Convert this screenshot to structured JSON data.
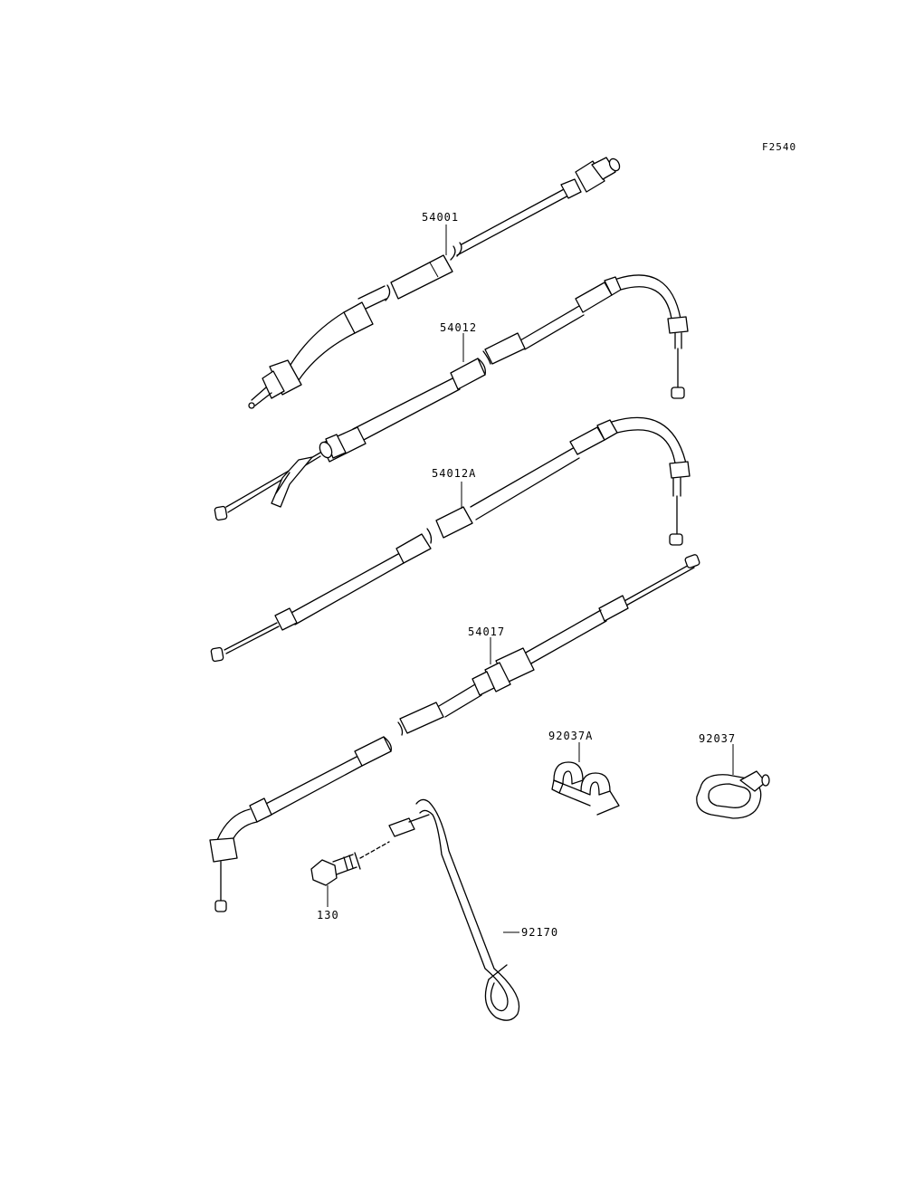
{
  "figure_code": "F2540",
  "callouts": {
    "speedometer_cable": "54001",
    "throttle_cable_a": "54012",
    "throttle_cable_b": "54012A",
    "clutch_cable": "54017",
    "clamp_double": "92037A",
    "clamp_single": "92037",
    "bolt": "130",
    "wire_guide": "92170"
  },
  "colors": {
    "line": "#000000",
    "background": "#ffffff"
  }
}
